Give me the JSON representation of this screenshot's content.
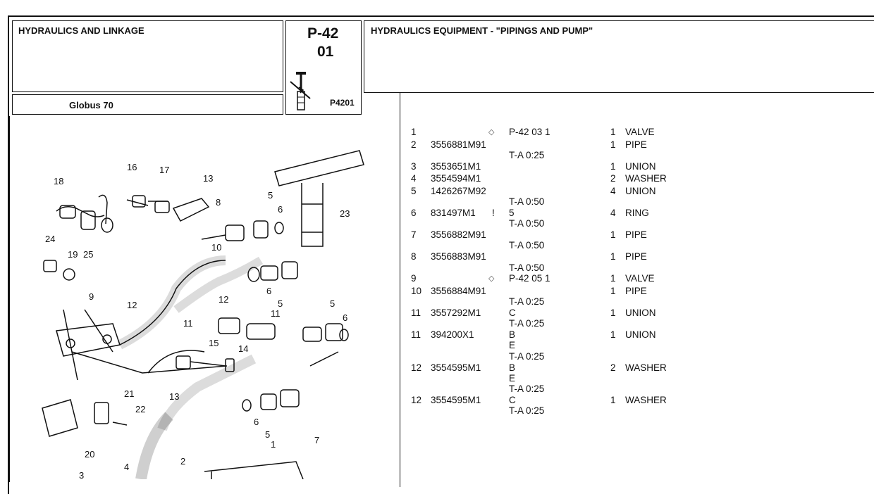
{
  "header": {
    "section_title": "HYDRAULICS AND LINKAGE",
    "model": "Globus 70",
    "page_code_line1": "P-42",
    "page_code_line2": "01",
    "figure_ref": "P4201",
    "description": "HYDRAULICS EQUIPMENT - \"PIPINGS AND PUMP\""
  },
  "parts": [
    {
      "ref": "1",
      "part": "",
      "flag": "",
      "note": [
        "P-42 03  1"
      ],
      "qty": "1",
      "name": "VALVE",
      "icon": true
    },
    {
      "ref": "2",
      "part": "3556881M91",
      "flag": "",
      "note": [
        "",
        "T-A 0:25"
      ],
      "qty": "1",
      "name": "PIPE",
      "icon": false
    },
    {
      "ref": "3",
      "part": "3553651M1",
      "flag": "",
      "note": [
        ""
      ],
      "qty": "1",
      "name": "UNION",
      "icon": false
    },
    {
      "ref": "4",
      "part": "3554594M1",
      "flag": "",
      "note": [
        ""
      ],
      "qty": "2",
      "name": "WASHER",
      "icon": false
    },
    {
      "ref": "5",
      "part": "1426267M92",
      "flag": "",
      "note": [
        "",
        "T-A 0:50"
      ],
      "qty": "4",
      "name": "UNION",
      "icon": false
    },
    {
      "ref": "6",
      "part": "831497M1",
      "flag": "!",
      "note": [
        "5",
        "T-A 0:50"
      ],
      "qty": "4",
      "name": "RING",
      "icon": false
    },
    {
      "ref": "7",
      "part": "3556882M91",
      "flag": "",
      "note": [
        "",
        "T-A 0:50"
      ],
      "qty": "1",
      "name": "PIPE",
      "icon": false
    },
    {
      "ref": "8",
      "part": "3556883M91",
      "flag": "",
      "note": [
        "",
        "T-A 0:50"
      ],
      "qty": "1",
      "name": "PIPE",
      "icon": false
    },
    {
      "ref": "9",
      "part": "",
      "flag": "",
      "note": [
        "P-42 05  1"
      ],
      "qty": "1",
      "name": "VALVE",
      "icon": true
    },
    {
      "ref": "10",
      "part": "3556884M91",
      "flag": "",
      "note": [
        "",
        "T-A 0:25"
      ],
      "qty": "1",
      "name": "PIPE",
      "icon": false
    },
    {
      "ref": "11",
      "part": "3557292M1",
      "flag": "",
      "note": [
        "C",
        "T-A 0:25"
      ],
      "qty": "1",
      "name": "UNION",
      "icon": false
    },
    {
      "ref": "11",
      "part": "394200X1",
      "flag": "",
      "note": [
        "B",
        "E",
        "T-A 0:25"
      ],
      "qty": "1",
      "name": "UNION",
      "icon": false
    },
    {
      "ref": "12",
      "part": "3554595M1",
      "flag": "",
      "note": [
        "B",
        "E",
        "T-A 0:25"
      ],
      "qty": "2",
      "name": "WASHER",
      "icon": false
    },
    {
      "ref": "12",
      "part": "3554595M1",
      "flag": "",
      "note": [
        "C",
        "T-A 0:25"
      ],
      "qty": "1",
      "name": "WASHER",
      "icon": false
    }
  ],
  "callouts": [
    "18",
    "16",
    "17",
    "13",
    "5",
    "6",
    "8",
    "23",
    "24",
    "19",
    "25",
    "10",
    "9",
    "12",
    "11",
    "6",
    "5",
    "12",
    "11",
    "5",
    "6",
    "15",
    "14",
    "13",
    "21",
    "22",
    "20",
    "6",
    "5",
    "7",
    "1",
    "2",
    "3",
    "4"
  ],
  "icons": {
    "reference": "eye-diamond-icon",
    "lever": "lever-symbol-icon"
  }
}
